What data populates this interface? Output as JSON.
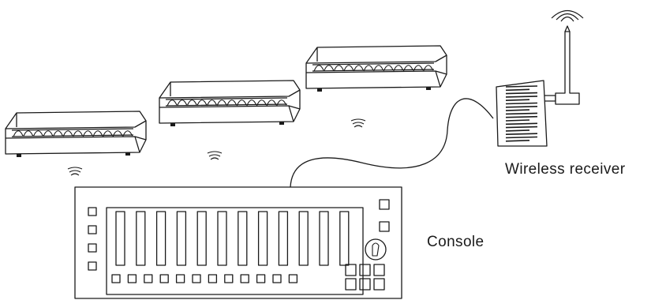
{
  "labels": {
    "receiver": "Wireless receiver",
    "console": "Console"
  },
  "components": {
    "light_bars": 3,
    "console_faders": 12,
    "console_bottom_buttons": 12,
    "console_left_buttons": 4,
    "console_right_buttons": 2,
    "console_grid_buttons": 6
  },
  "colors": {
    "line": "#1a1a1a",
    "background": "#ffffff"
  },
  "icons": {
    "receiver_signal": "wifi-arc-icon",
    "bar_signal": "wave-icon",
    "console_knob": "rotary-knob-icon"
  }
}
